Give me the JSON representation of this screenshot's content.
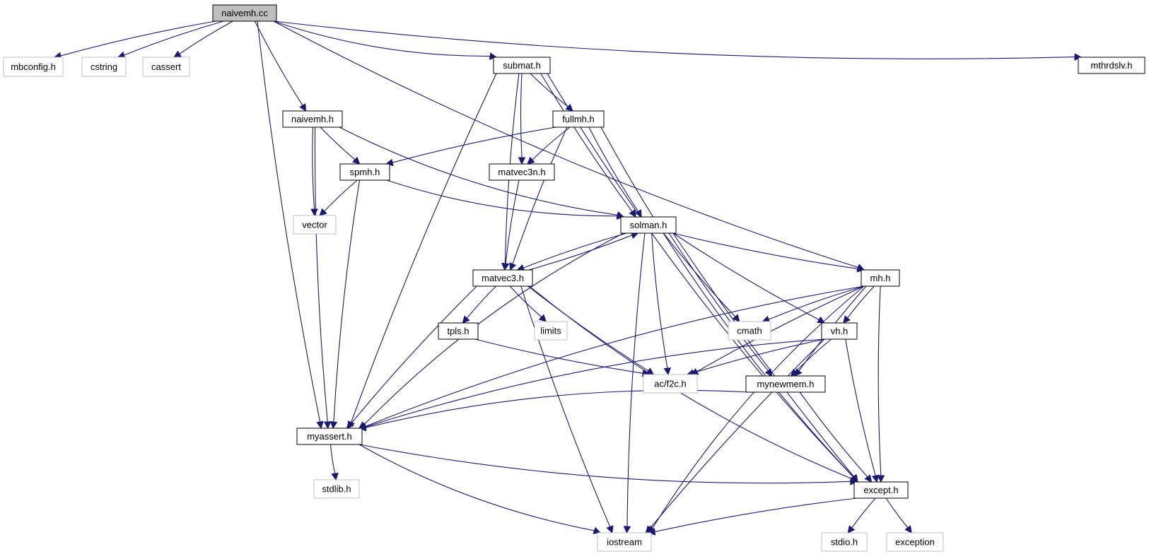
{
  "graph": {
    "nodes": [
      {
        "id": "naivemh_cc",
        "label": "naivemh.cc",
        "kind": "root"
      },
      {
        "id": "mbconfig_h",
        "label": "mbconfig.h",
        "kind": "system"
      },
      {
        "id": "cstring",
        "label": "cstring",
        "kind": "system"
      },
      {
        "id": "cassert",
        "label": "cassert",
        "kind": "system"
      },
      {
        "id": "submat_h",
        "label": "submat.h",
        "kind": "local"
      },
      {
        "id": "mthrdslv_h",
        "label": "mthrdslv.h",
        "kind": "local"
      },
      {
        "id": "naivemh_h",
        "label": "naivemh.h",
        "kind": "local"
      },
      {
        "id": "fullmh_h",
        "label": "fullmh.h",
        "kind": "local"
      },
      {
        "id": "spmh_h",
        "label": "spmh.h",
        "kind": "local"
      },
      {
        "id": "matvec3n_h",
        "label": "matvec3n.h",
        "kind": "local"
      },
      {
        "id": "vector",
        "label": "vector",
        "kind": "system"
      },
      {
        "id": "solman_h",
        "label": "solman.h",
        "kind": "local"
      },
      {
        "id": "matvec3_h",
        "label": "matvec3.h",
        "kind": "local"
      },
      {
        "id": "mh_h",
        "label": "mh.h",
        "kind": "local"
      },
      {
        "id": "tpls_h",
        "label": "tpls.h",
        "kind": "local"
      },
      {
        "id": "limits",
        "label": "limits",
        "kind": "system"
      },
      {
        "id": "cmath",
        "label": "cmath",
        "kind": "system"
      },
      {
        "id": "vh_h",
        "label": "vh.h",
        "kind": "local"
      },
      {
        "id": "ac_f2c_h",
        "label": "ac/f2c.h",
        "kind": "system"
      },
      {
        "id": "mynewmem_h",
        "label": "mynewmem.h",
        "kind": "local"
      },
      {
        "id": "myassert_h",
        "label": "myassert.h",
        "kind": "local"
      },
      {
        "id": "stdlib_h",
        "label": "stdlib.h",
        "kind": "system"
      },
      {
        "id": "except_h",
        "label": "except.h",
        "kind": "local"
      },
      {
        "id": "iostream",
        "label": "iostream",
        "kind": "system"
      },
      {
        "id": "stdio_h",
        "label": "stdio.h",
        "kind": "system"
      },
      {
        "id": "exception",
        "label": "exception",
        "kind": "system"
      }
    ],
    "edges": [
      [
        "naivemh_cc",
        "mbconfig_h"
      ],
      [
        "naivemh_cc",
        "cstring"
      ],
      [
        "naivemh_cc",
        "cassert"
      ],
      [
        "naivemh_cc",
        "submat_h"
      ],
      [
        "naivemh_cc",
        "mthrdslv_h"
      ],
      [
        "naivemh_cc",
        "naivemh_h"
      ],
      [
        "naivemh_cc",
        "myassert_h"
      ],
      [
        "naivemh_cc",
        "mh_h"
      ],
      [
        "submat_h",
        "fullmh_h"
      ],
      [
        "submat_h",
        "matvec3n_h"
      ],
      [
        "submat_h",
        "solman_h"
      ],
      [
        "submat_h",
        "matvec3_h"
      ],
      [
        "submat_h",
        "myassert_h"
      ],
      [
        "submat_h",
        "except_h"
      ],
      [
        "naivemh_h",
        "spmh_h"
      ],
      [
        "naivemh_h",
        "vector"
      ],
      [
        "naivemh_h",
        "solman_h"
      ],
      [
        "naivemh_h",
        "myassert_h"
      ],
      [
        "fullmh_h",
        "spmh_h"
      ],
      [
        "fullmh_h",
        "matvec3n_h"
      ],
      [
        "fullmh_h",
        "solman_h"
      ],
      [
        "fullmh_h",
        "matvec3_h"
      ],
      [
        "fullmh_h",
        "except_h"
      ],
      [
        "spmh_h",
        "vector"
      ],
      [
        "spmh_h",
        "solman_h"
      ],
      [
        "spmh_h",
        "myassert_h"
      ],
      [
        "matvec3n_h",
        "matvec3_h"
      ],
      [
        "solman_h",
        "matvec3_h"
      ],
      [
        "matvec3_h",
        "solman_h"
      ],
      [
        "solman_h",
        "mh_h"
      ],
      [
        "solman_h",
        "cmath"
      ],
      [
        "solman_h",
        "vh_h"
      ],
      [
        "solman_h",
        "ac_f2c_h"
      ],
      [
        "solman_h",
        "mynewmem_h"
      ],
      [
        "solman_h",
        "myassert_h"
      ],
      [
        "solman_h",
        "iostream"
      ],
      [
        "solman_h",
        "except_h"
      ],
      [
        "matvec3_h",
        "tpls_h"
      ],
      [
        "matvec3_h",
        "limits"
      ],
      [
        "matvec3_h",
        "ac_f2c_h"
      ],
      [
        "matvec3_h",
        "myassert_h"
      ],
      [
        "matvec3_h",
        "iostream"
      ],
      [
        "matvec3_h",
        "except_h"
      ],
      [
        "mh_h",
        "cmath"
      ],
      [
        "mh_h",
        "vh_h"
      ],
      [
        "mh_h",
        "ac_f2c_h"
      ],
      [
        "mh_h",
        "mynewmem_h"
      ],
      [
        "mh_h",
        "myassert_h"
      ],
      [
        "mh_h",
        "except_h"
      ],
      [
        "mh_h",
        "iostream"
      ],
      [
        "tpls_h",
        "ac_f2c_h"
      ],
      [
        "vh_h",
        "ac_f2c_h"
      ],
      [
        "vh_h",
        "mynewmem_h"
      ],
      [
        "vh_h",
        "myassert_h"
      ],
      [
        "vh_h",
        "except_h"
      ],
      [
        "vh_h",
        "iostream"
      ],
      [
        "mynewmem_h",
        "myassert_h"
      ],
      [
        "mynewmem_h",
        "except_h"
      ],
      [
        "myassert_h",
        "stdlib_h"
      ],
      [
        "myassert_h",
        "except_h"
      ],
      [
        "myassert_h",
        "iostream"
      ],
      [
        "except_h",
        "iostream"
      ],
      [
        "except_h",
        "stdio_h"
      ],
      [
        "except_h",
        "exception"
      ]
    ]
  }
}
